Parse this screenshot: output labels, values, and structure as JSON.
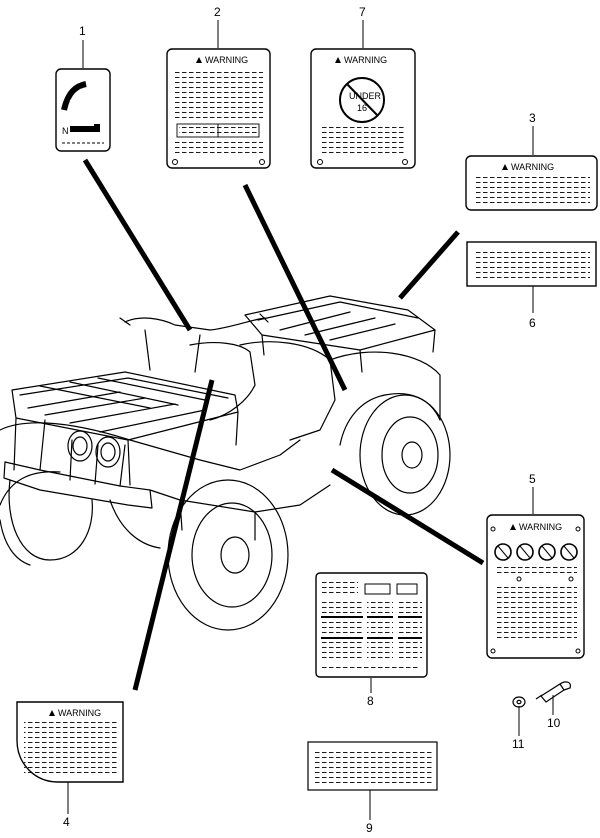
{
  "callouts": {
    "c1": "1",
    "c2": "2",
    "c3": "3",
    "c4": "4",
    "c5": "5",
    "c6": "6",
    "c7": "7",
    "c8": "8",
    "c9": "9",
    "c10": "10",
    "c11": "11"
  },
  "labels": {
    "warning": "WARNING",
    "l2_title": "WARNING",
    "l3_title": "WARNING",
    "l4_title": "WARNING",
    "l5_title": "WARNING",
    "l7_title": "WARNING",
    "age_line1": "UNDER",
    "age_line2": "16",
    "gear_n": "N"
  }
}
